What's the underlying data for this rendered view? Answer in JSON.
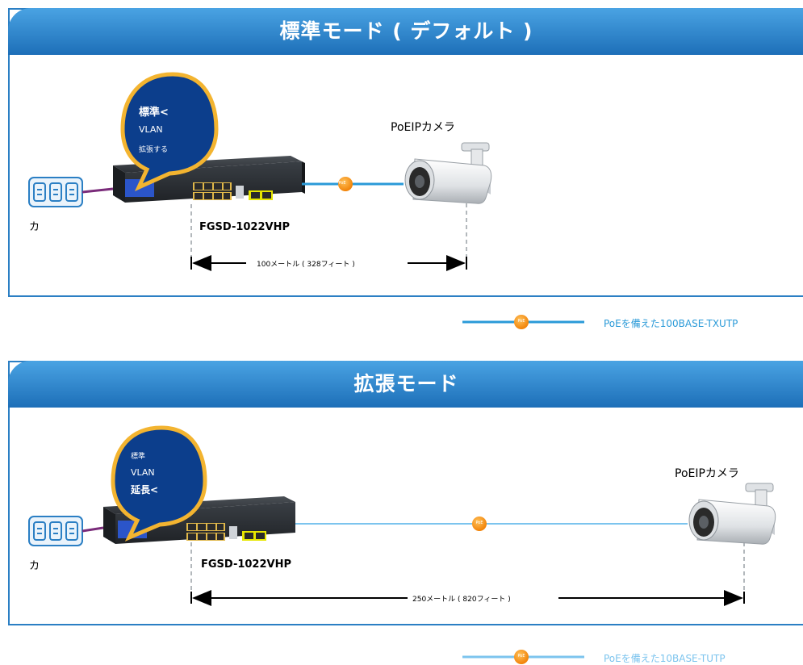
{
  "standard": {
    "title": "標準モード ( デフォルト )",
    "bubble": {
      "line1": "標準<",
      "line2": "VLAN",
      "line3": "拡張する"
    },
    "power_label": "カ",
    "switch_model": "FGSD-1022VHP",
    "camera_label": "PoEIPカメラ",
    "distance": "100メートル ( 328フィート )",
    "poe_badge": "PoE",
    "legend": "PoEを備えた100BASE-TXUTP",
    "cable_color": "#2a9ad8"
  },
  "extend": {
    "title": "拡張モード",
    "bubble": {
      "line1": "標準",
      "line2": "VLAN",
      "line3": "延長<"
    },
    "power_label": "カ",
    "switch_model": "FGSD-1022VHP",
    "camera_label": "PoEIPカメラ",
    "distance": "250メートル ( 820フィート )",
    "poe_badge": "PoE",
    "legend": "PoEを備えた10BASE-TUTP",
    "cable_color": "#7cc4ee"
  }
}
